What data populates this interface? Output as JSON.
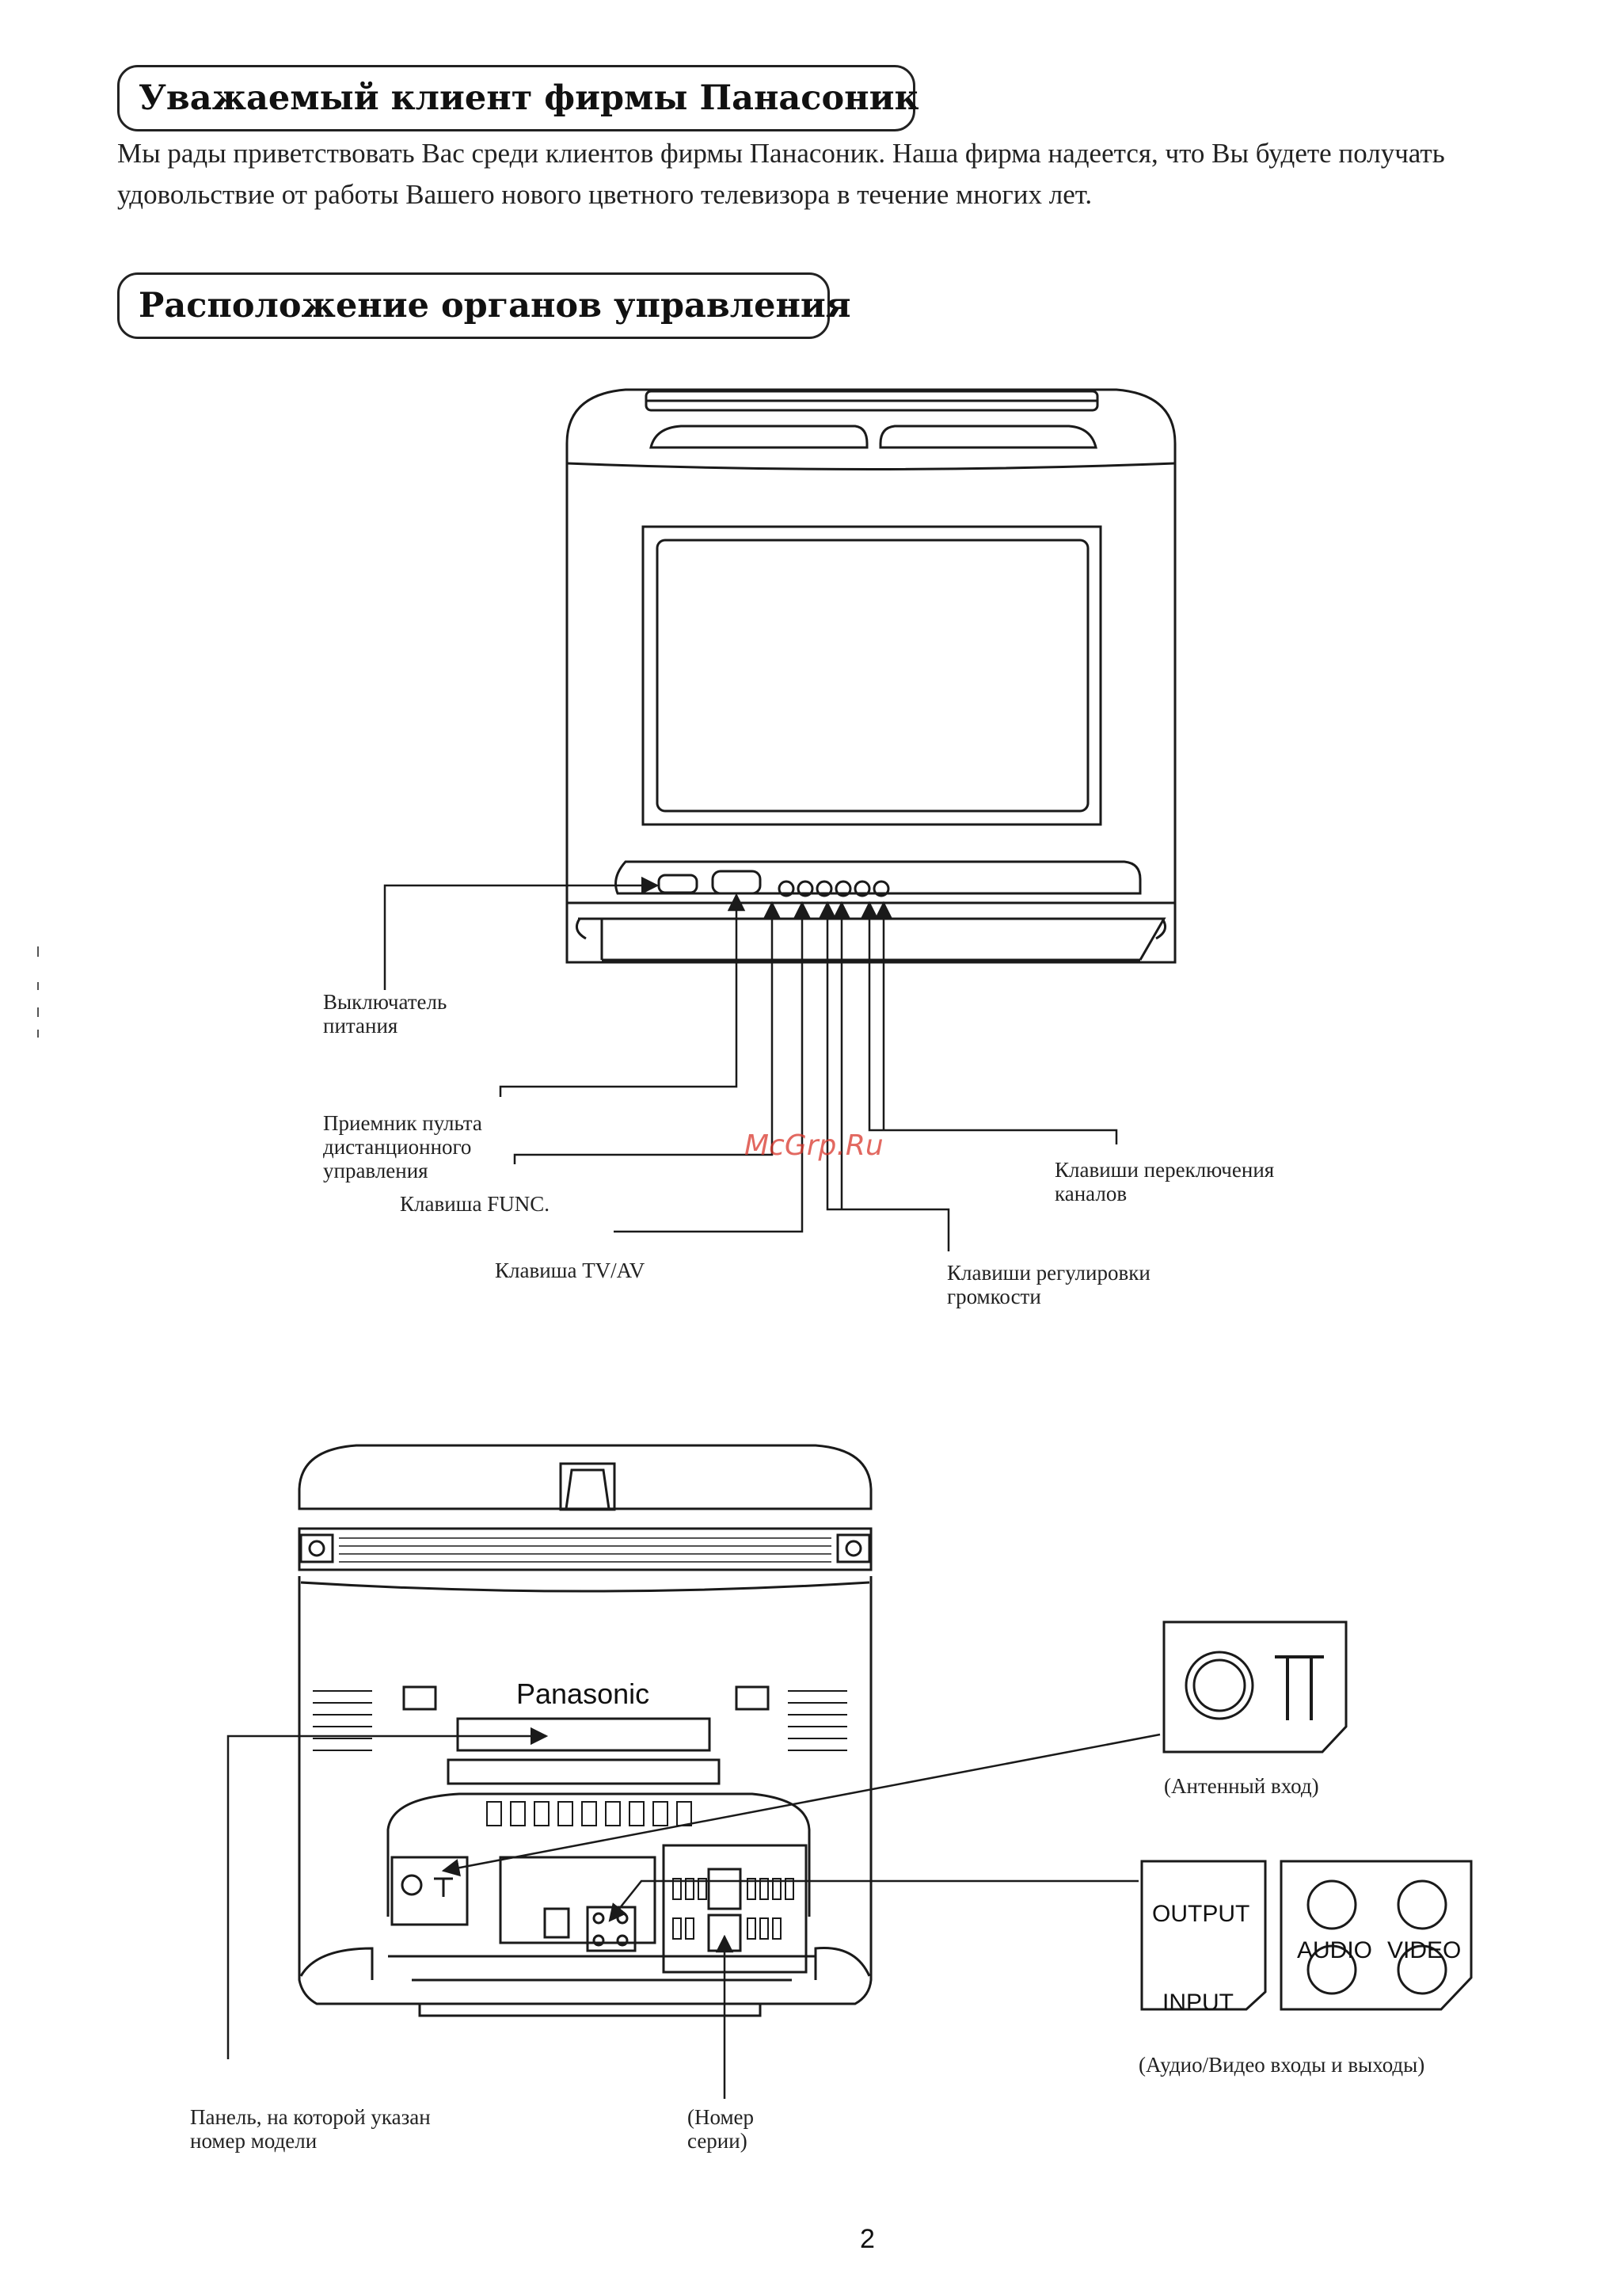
{
  "sections": {
    "greeting": {
      "title": "Уважаемый клиент фирмы Панасоник",
      "body": "Мы рады приветствовать Вас среди клиентов фирмы Панасоник. Наша фирма надеется, что Вы будете получать удовольствие от работы Вашего нового цветного телевизора в течение многих лет."
    },
    "controls": {
      "title": "Расположение органов управления"
    }
  },
  "front_labels": {
    "power_switch": "Выключатель\nпитания",
    "remote_receiver": "Приемник пульта\nдистанционного\nуправления",
    "func_key": "Клавиша FUNC.",
    "tvav_key": "Клавиша TV/AV",
    "volume_keys": "Клавиши регулировки\nгромкости",
    "channel_keys": "Клавиши переключения\nканалов"
  },
  "rear_labels": {
    "brand": "Panasonic",
    "antenna_input": "(Антенный вход)",
    "output": "OUTPUT",
    "input": "INPUT",
    "audio": "AUDIO",
    "video": "VIDEO",
    "av_io": "(Аудио/Видео входы и выходы)",
    "model_panel": "Панель, на которой указан\nномер модели",
    "serial_number": "(Номер\nсерии)"
  },
  "watermark": "McGrp.Ru",
  "page_number": "2",
  "colors": {
    "line": "#1a1a1a",
    "watermark": "#d9362b"
  }
}
